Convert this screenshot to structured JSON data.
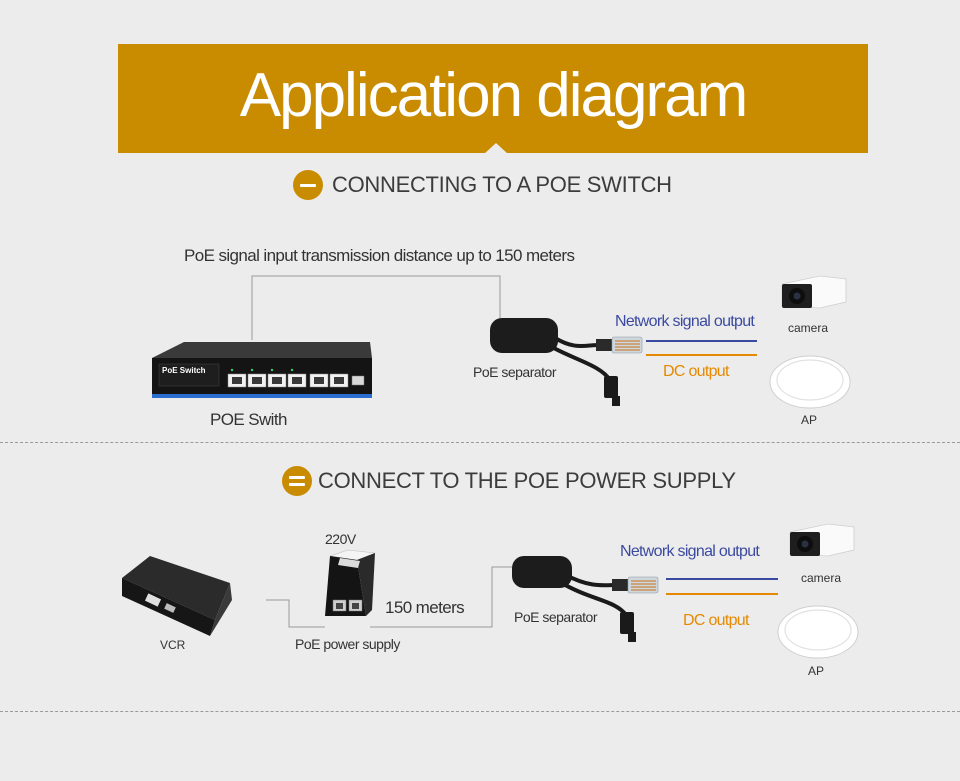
{
  "header": {
    "title": "Application diagram"
  },
  "section1": {
    "title": "CONNECTING TO A POE SWITCH",
    "distance_note": "PoE signal input transmission distance up to 150 meters",
    "switch_face_label": "PoE Switch",
    "switch_caption": "POE Swith",
    "separator_caption": "PoE separator",
    "network_output": "Network signal output",
    "dc_output": "DC output",
    "camera_caption": "camera",
    "ap_caption": "AP"
  },
  "section2": {
    "title": "CONNECT TO THE POE POWER SUPPLY",
    "vcr_caption": "VCR",
    "voltage": "220V",
    "power_supply_caption": "PoE power supply",
    "distance": "150 meters",
    "separator_caption": "PoE separator",
    "network_output": "Network signal output",
    "dc_output": "DC output",
    "camera_caption": "camera",
    "ap_caption": "AP"
  },
  "colors": {
    "accent": "#c98b00",
    "network_line": "#3b4aa0",
    "dc_line": "#e58a00",
    "background": "#ececec"
  },
  "icons": {
    "section1": "minus-icon",
    "section2": "menu-icon"
  }
}
